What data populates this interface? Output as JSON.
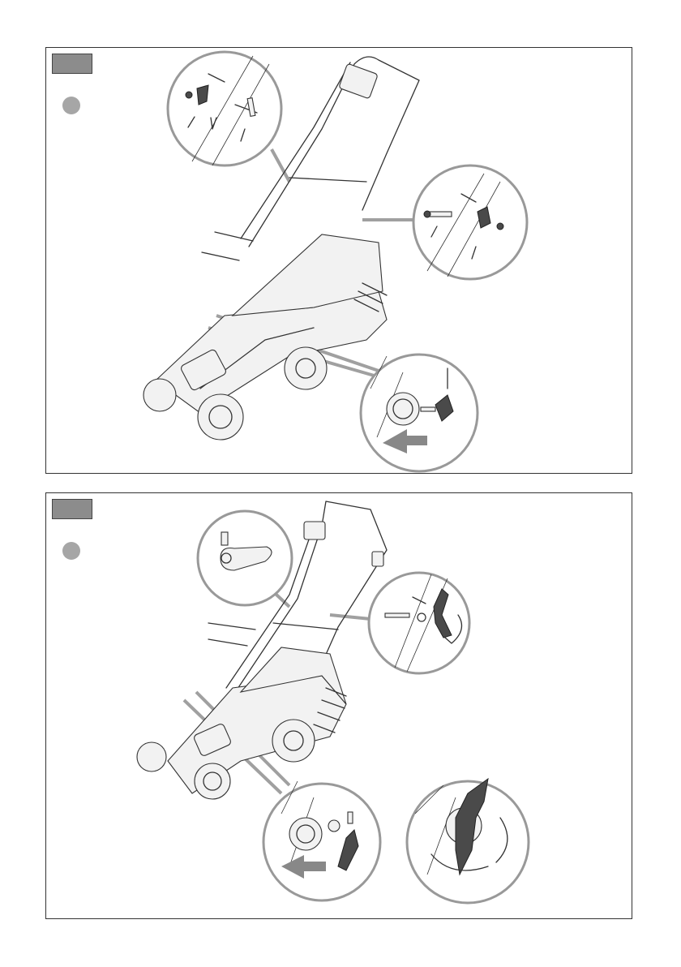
{
  "page": {
    "background": "#ffffff",
    "accent_grey": "#999999",
    "tab_grey": "#8c8c8c"
  },
  "panels": [
    {
      "icons": [
        "lawnmower-illustration",
        "upper-handle-bolt-callout",
        "side-bolt-callout",
        "handle-knob-callout"
      ]
    },
    {
      "icons": [
        "lawnmower-illustration",
        "knob-callout",
        "handle-bolt-callout",
        "wheel-knob-callout",
        "knob-rotation-callout"
      ]
    }
  ]
}
